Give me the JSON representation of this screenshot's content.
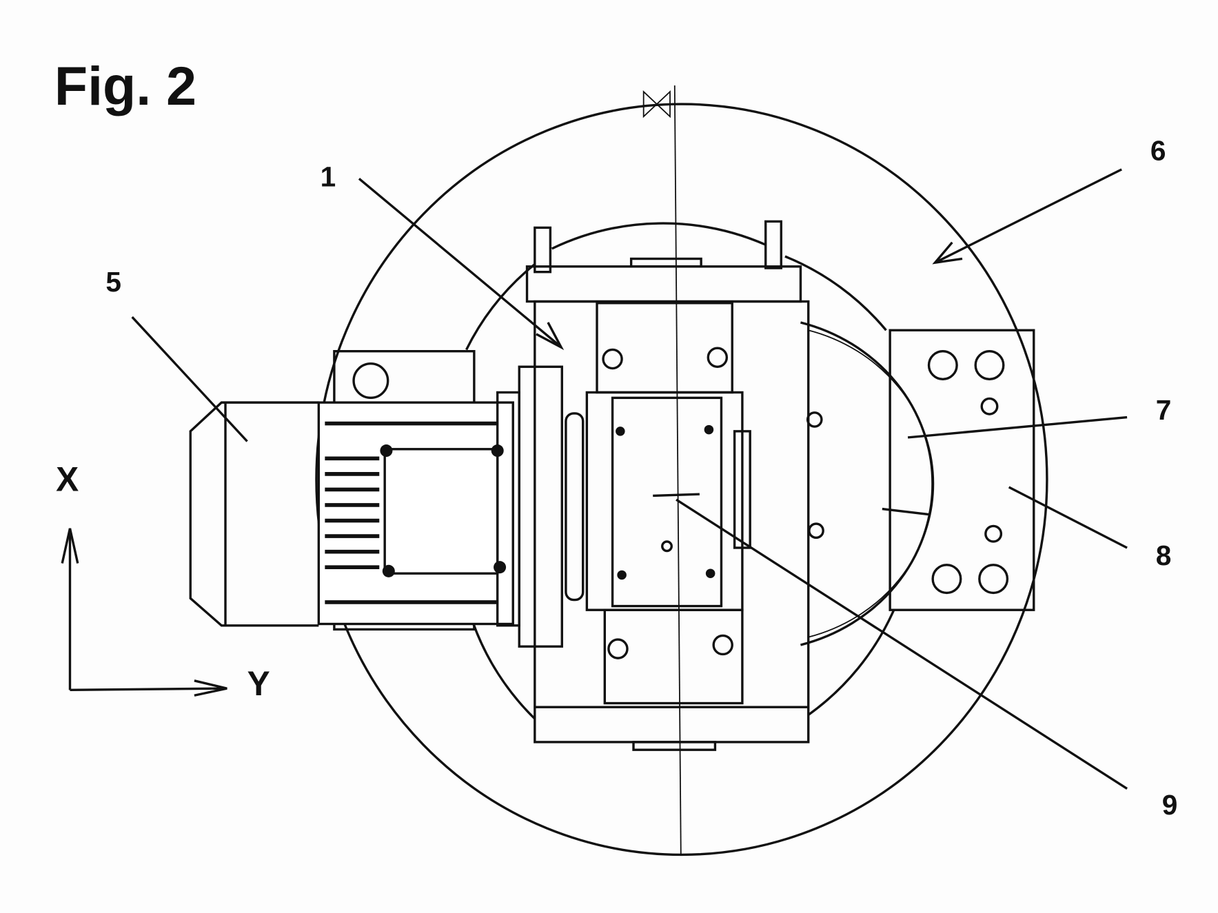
{
  "figure": {
    "title": "Fig. 2",
    "reference_numerals": [
      "1",
      "5",
      "6",
      "7",
      "8",
      "9"
    ],
    "axes": {
      "x_label": "X",
      "y_label": "Y"
    }
  }
}
